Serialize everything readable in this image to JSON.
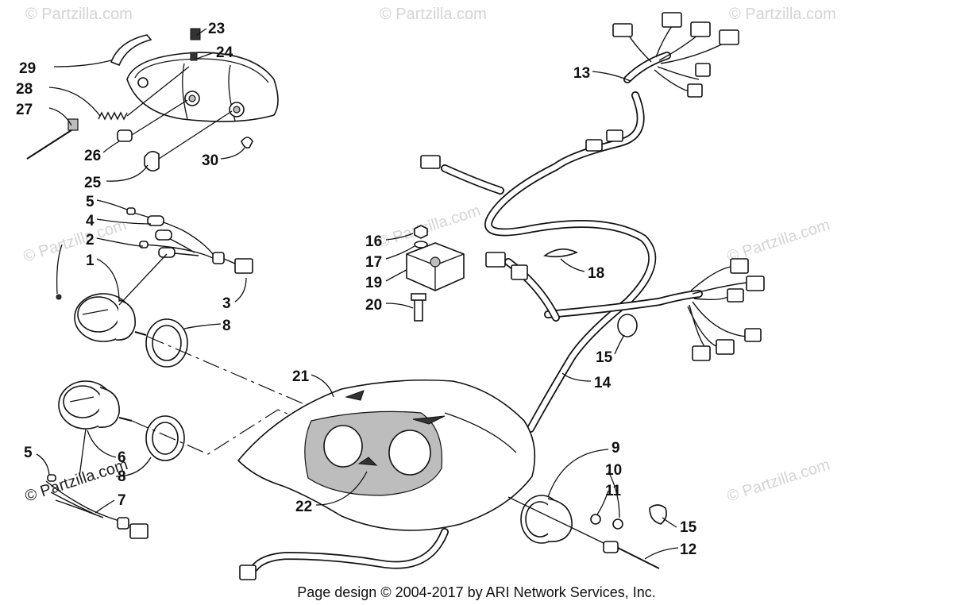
{
  "watermark": "© Partzilla.com",
  "footer": "Page design © 2004-2017 by ARI Network Services, Inc.",
  "callouts": [
    {
      "id": "c23",
      "label": "23"
    },
    {
      "id": "c24",
      "label": "24"
    },
    {
      "id": "c29",
      "label": "29"
    },
    {
      "id": "c28",
      "label": "28"
    },
    {
      "id": "c27",
      "label": "27"
    },
    {
      "id": "c26",
      "label": "26"
    },
    {
      "id": "c25",
      "label": "25"
    },
    {
      "id": "c30",
      "label": "30"
    },
    {
      "id": "c5a",
      "label": "5"
    },
    {
      "id": "c4",
      "label": "4"
    },
    {
      "id": "c2",
      "label": "2"
    },
    {
      "id": "c1",
      "label": "1"
    },
    {
      "id": "c3",
      "label": "3"
    },
    {
      "id": "c8a",
      "label": "8"
    },
    {
      "id": "c13",
      "label": "13"
    },
    {
      "id": "c16",
      "label": "16"
    },
    {
      "id": "c17",
      "label": "17"
    },
    {
      "id": "c19",
      "label": "19"
    },
    {
      "id": "c20",
      "label": "20"
    },
    {
      "id": "c18",
      "label": "18"
    },
    {
      "id": "c15a",
      "label": "15"
    },
    {
      "id": "c14",
      "label": "14"
    },
    {
      "id": "c21",
      "label": "21"
    },
    {
      "id": "c22",
      "label": "22"
    },
    {
      "id": "c5b",
      "label": "5"
    },
    {
      "id": "c6",
      "label": "6"
    },
    {
      "id": "c8b",
      "label": "8"
    },
    {
      "id": "c7",
      "label": "7"
    },
    {
      "id": "c9",
      "label": "9"
    },
    {
      "id": "c10",
      "label": "10"
    },
    {
      "id": "c11",
      "label": "11"
    },
    {
      "id": "c15b",
      "label": "15"
    },
    {
      "id": "c12",
      "label": "12"
    }
  ]
}
